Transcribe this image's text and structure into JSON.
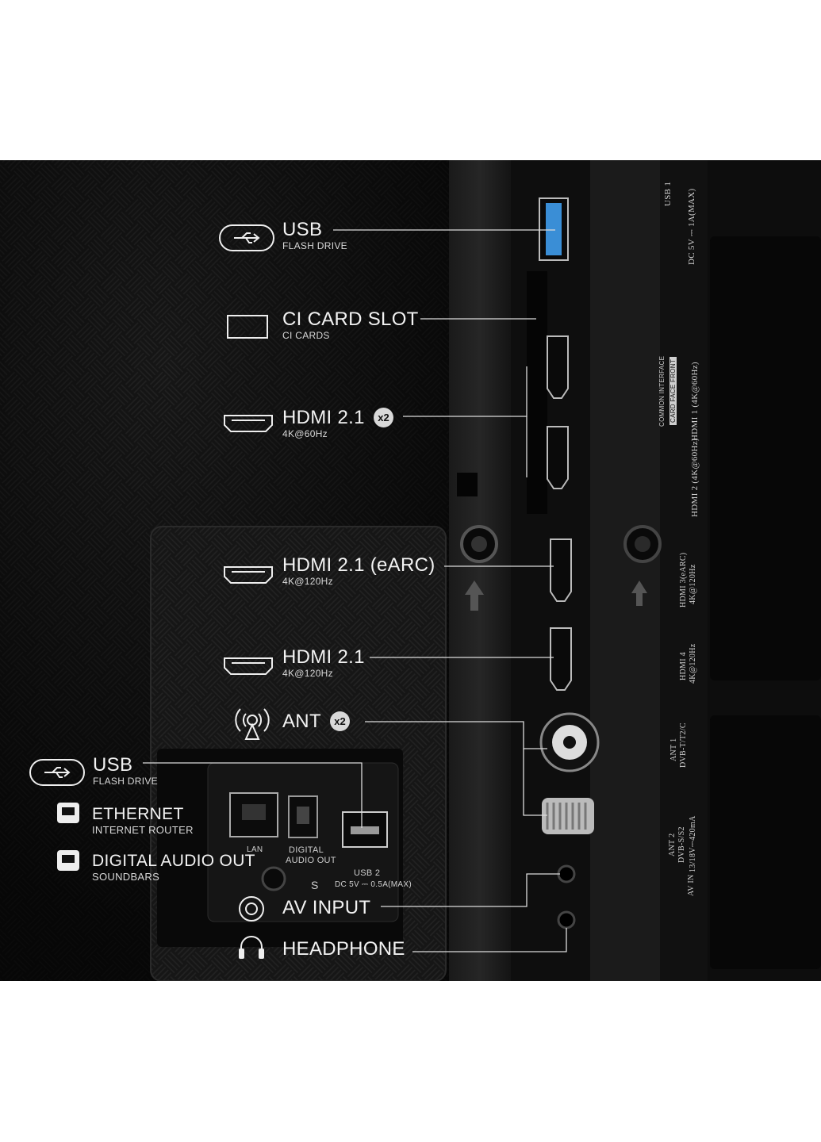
{
  "labels": {
    "usb1": {
      "title": "USB",
      "sub": "FLASH DRIVE"
    },
    "ci": {
      "title": "CI CARD SLOT",
      "sub": "CI CARDS"
    },
    "hdmi_a": {
      "title": "HDMI 2.1",
      "sub": "4K@60Hz",
      "badge": "x2"
    },
    "hdmi_earc": {
      "title": "HDMI 2.1 (eARC)",
      "sub": "4K@120Hz"
    },
    "hdmi_b": {
      "title": "HDMI 2.1",
      "sub": "4K@120Hz"
    },
    "ant": {
      "title": "ANT",
      "badge": "x2"
    },
    "usb2": {
      "title": "USB",
      "sub": "FLASH DRIVE"
    },
    "ethernet": {
      "title": "ETHERNET",
      "sub": "INTERNET ROUTER"
    },
    "optical": {
      "title": "DIGITAL AUDIO OUT",
      "sub": "SOUNDBARS"
    },
    "av": {
      "title": "AV INPUT"
    },
    "headphone": {
      "title": "HEADPHONE"
    }
  },
  "panel_print": {
    "usb1": "USB 1",
    "usb1_rating": "DC 5V ⎓ 1A(MAX)",
    "ci": "COMMON INTERFACE",
    "ci_face": "CARD FACE FRONT",
    "hdmi1": "HDMI 1 (4K@60Hz)",
    "hdmi2": "HDMI 2 (4K@60Hz)",
    "hdmi3": "HDMI 3(eARC)",
    "hdmi3_rate": "4K@120Hz",
    "hdmi4": "HDMI 4",
    "hdmi4_rate": "4K@120Hz",
    "ant1": "ANT 1",
    "ant1_std": "DVB-T/T2/C",
    "ant2": "ANT 2",
    "ant2_std": "DVB-S/S2",
    "ant2_rating": "13/18V⎓420mA",
    "av_in": "AV IN",
    "lan": "LAN",
    "digital": "DIGITAL",
    "audio_out": "AUDIO OUT",
    "usb2": "USB 2",
    "usb2_rating": "DC 5V ⎓ 0.5A(MAX)",
    "s": "S"
  },
  "colors": {
    "background": "#ffffff",
    "panel": "#111111",
    "label": "#f2f2f2",
    "usb_blue": "#3a8ed6"
  }
}
